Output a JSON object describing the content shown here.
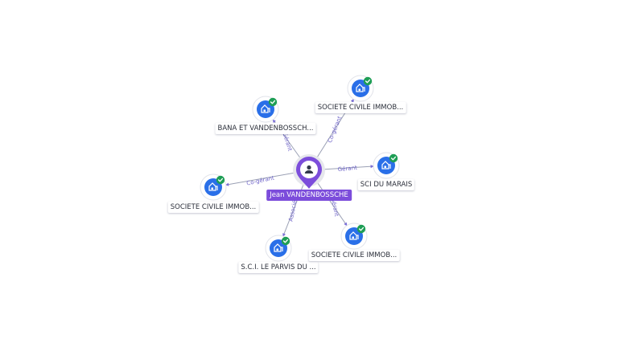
{
  "center": {
    "name": "Jean VANDENBOSSCHE",
    "icon": "person-icon",
    "color": "#7c4ddb"
  },
  "companies": [
    {
      "id": "n1",
      "label": "SOCIETE CIVILE IMMOB...",
      "relation": "Co-gérant",
      "icon": "building-icon",
      "verified": true
    },
    {
      "id": "n2",
      "label": "BANA ET VANDENBOSSCH...",
      "relation": "Gérant",
      "icon": "building-icon",
      "verified": true
    },
    {
      "id": "n3",
      "label": "SCI DU MARAIS",
      "relation": "Gérant",
      "icon": "building-icon",
      "verified": true
    },
    {
      "id": "n4",
      "label": "SOCIETE CIVILE IMMOB...",
      "relation": "Co-gérant",
      "icon": "building-icon",
      "verified": true
    },
    {
      "id": "n5",
      "label": "S.C.I. LE PARVIS DU ...",
      "relation": "Associé",
      "icon": "building-icon",
      "verified": true
    },
    {
      "id": "n6",
      "label": "SOCIETE CIVILE IMMOB...",
      "relation": "Gérant",
      "icon": "building-icon",
      "verified": true
    }
  ],
  "colors": {
    "node": "#2a6fe8",
    "verified": "#1e9e55",
    "edge_label": "#6f64c9"
  }
}
